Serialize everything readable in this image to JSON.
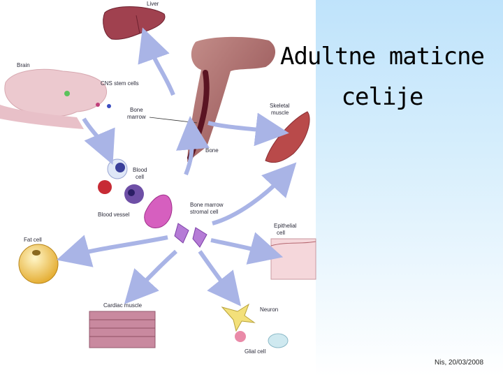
{
  "slide": {
    "title_line1": "Adultne maticne",
    "title_line2": "celije",
    "footer": "Nis, 20/03/2008"
  },
  "diagram": {
    "labels": {
      "liver": "Liver",
      "brain": "Brain",
      "cns_stem_cells": "CNS stem cells",
      "bone_marrow_line1": "Bone",
      "bone_marrow_line2": "marrow",
      "bone": "Bone",
      "skeletal_muscle_line1": "Skeletal",
      "skeletal_muscle_line2": "muscle",
      "blood_cell_line1": "Blood",
      "blood_cell_line2": "cell",
      "blood_vessel": "Blood vessel",
      "stromal_line1": "Bone marrow",
      "stromal_line2": "stromal cell",
      "fat_cell": "Fat cell",
      "epithelial_line1": "Epithelial",
      "epithelial_line2": "cell",
      "cardiac_muscle": "Cardiac muscle",
      "neuron": "Neuron",
      "glial_cell": "Glial cell"
    },
    "colors": {
      "arrow": "#a9b4e6",
      "bone": "#b07a78",
      "marrow": "#6e1f2c",
      "muscle": "#b94a4a",
      "fat": "#f2c94c",
      "stromal": "#c64fb0"
    }
  }
}
